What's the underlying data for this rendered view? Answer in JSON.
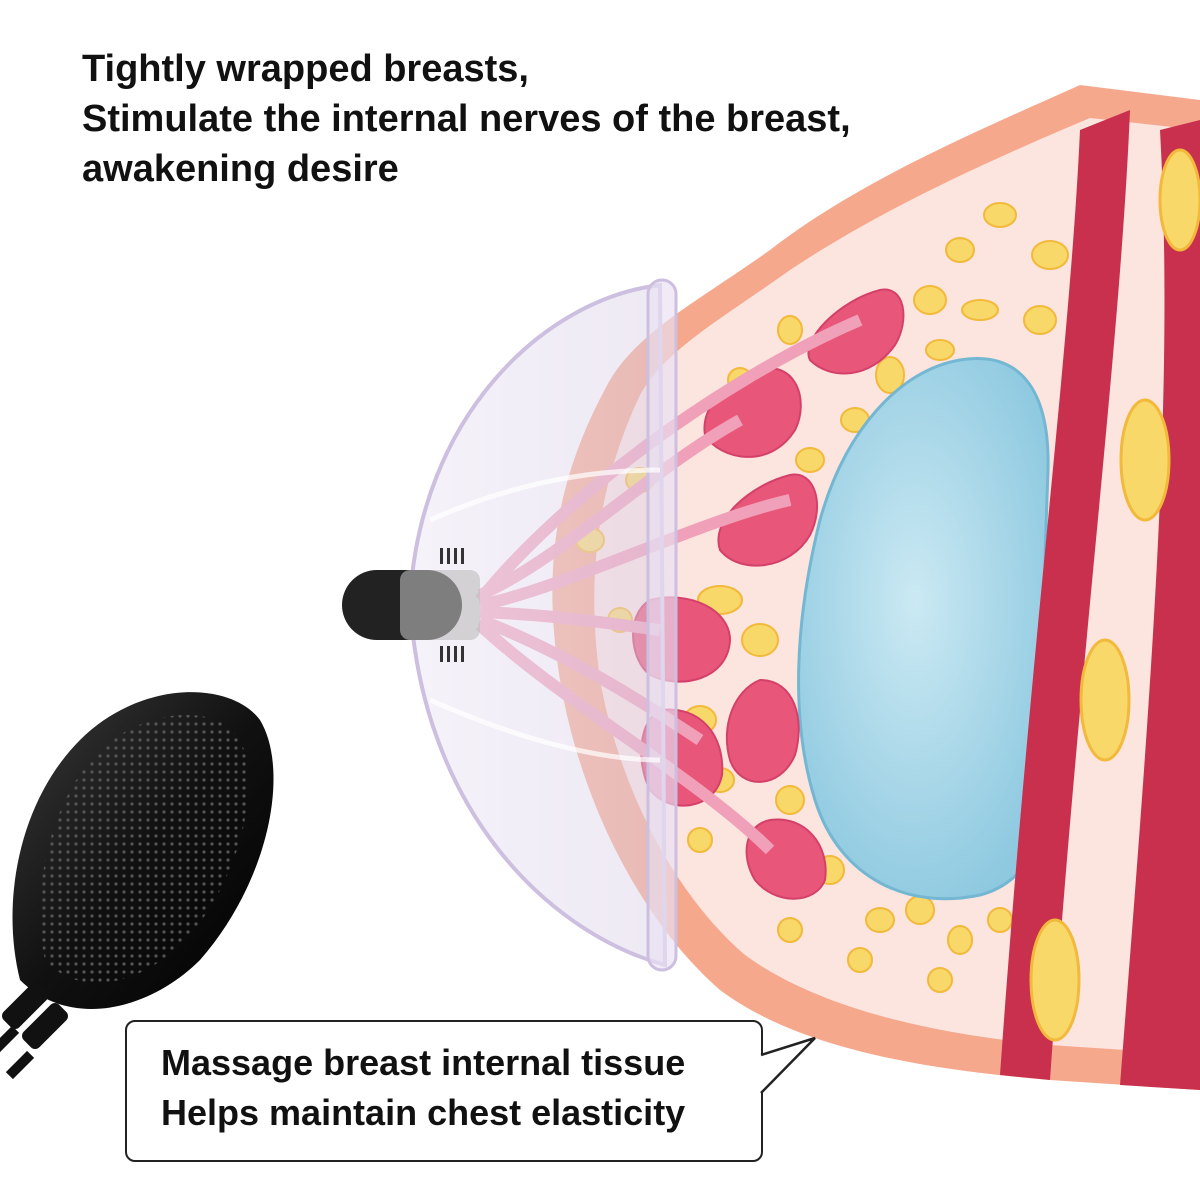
{
  "headline": {
    "line1": "Tightly wrapped breasts,",
    "line2": "Stimulate the internal nerves of the breast,",
    "line3": "awakening desire"
  },
  "callout": {
    "line1": "Massage breast internal tissue",
    "line2": "Helps maintain chest elasticity"
  },
  "colors": {
    "skin": "#f6a88c",
    "inner_tissue": "#fce4df",
    "fat_lobule": "#f9d86a",
    "gland": "#e8577a",
    "implant_blue": "#a9d8ea",
    "muscle": "#c8304e",
    "cup": "#e6dcef",
    "device": "#1a1a1a"
  }
}
